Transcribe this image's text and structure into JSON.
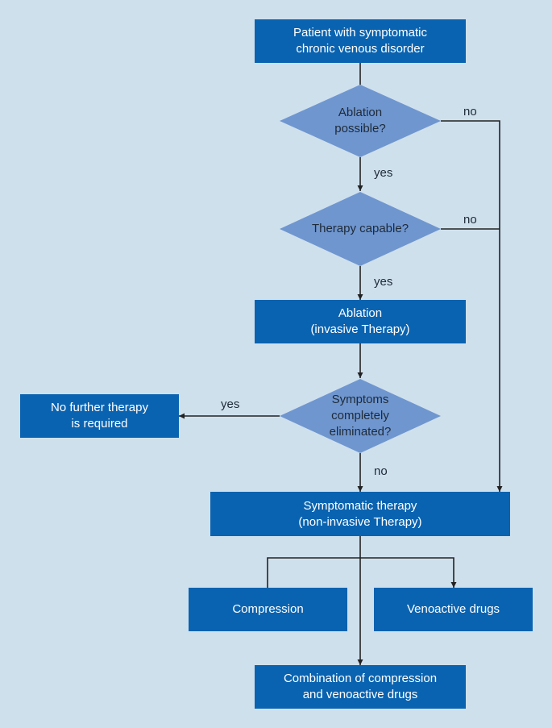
{
  "colors": {
    "background": "#cfe0ed",
    "box": "#0a63b0",
    "decision": "#6f96cf",
    "line": "#222222",
    "text_light": "#ffffff",
    "text_dark": "#1e2a38"
  },
  "nodes": {
    "start": "Patient with symptomatic\nchronic venous disorder",
    "ablation_possible": "Ablation\npossible?",
    "therapy_capable": "Therapy capable?",
    "ablation": "Ablation\n(invasive Therapy)",
    "symptoms_eliminated": "Symptoms\ncompletely\neliminated?",
    "no_further": "No further therapy\nis required",
    "symptomatic": "Symptomatic therapy\n(non-invasive Therapy)",
    "compression": "Compression",
    "venoactive": "Venoactive drugs",
    "combination": "Combination of compression\nand venoactive drugs"
  },
  "edges": {
    "ablation_possible_no": "no",
    "ablation_possible_yes": "yes",
    "therapy_capable_no": "no",
    "therapy_capable_yes": "yes",
    "symptoms_yes": "yes",
    "symptoms_no": "no"
  }
}
